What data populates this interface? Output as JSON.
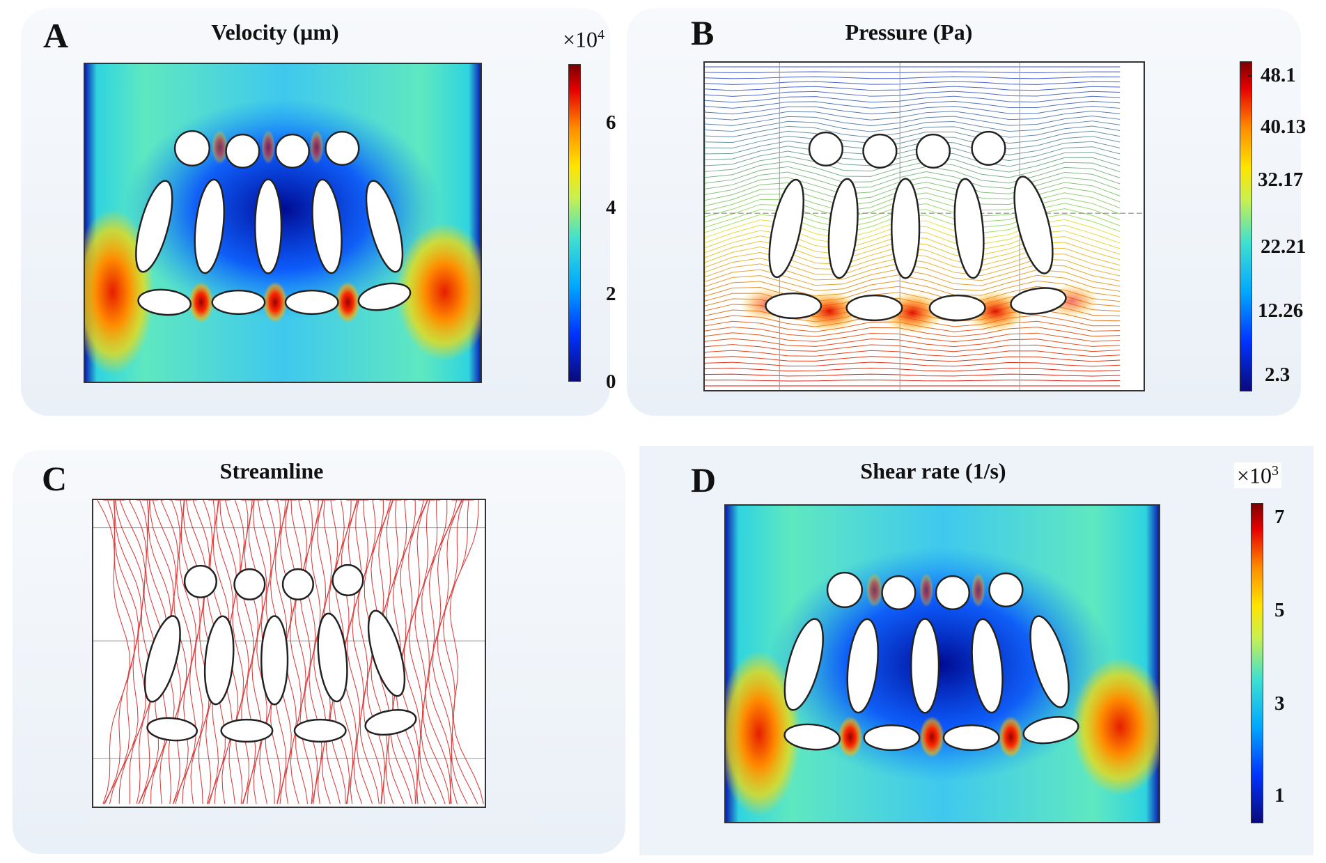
{
  "panels": {
    "a": {
      "letter": "A",
      "title": "Velocity (µm)",
      "multiplier": "×10",
      "multiplier_exp": "4",
      "ticks": [
        "6",
        "4",
        "2",
        "0"
      ]
    },
    "b": {
      "letter": "B",
      "title": "Pressure (Pa)",
      "ticks": [
        "48.1",
        "40.13",
        "32.17",
        "22.21",
        "12.26",
        "2.3"
      ]
    },
    "c": {
      "letter": "C",
      "title": "Streamline"
    },
    "d": {
      "letter": "D",
      "title": "Shear rate (1/s)",
      "multiplier": "×10",
      "multiplier_exp": "3",
      "ticks": [
        "7",
        "5",
        "3",
        "1"
      ]
    }
  },
  "colors": {
    "colormap": "jet",
    "streamline": "#d42020",
    "obstacle_fill": "#ffffff",
    "outline": "#222222"
  }
}
